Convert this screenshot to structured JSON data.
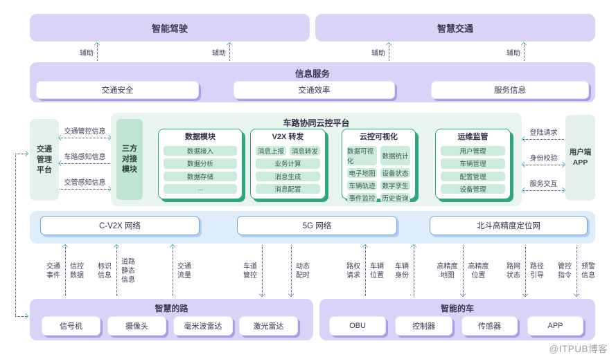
{
  "top_row": {
    "driving": "智能驾驶",
    "traffic": "智慧交通",
    "aux": "辅助"
  },
  "info": {
    "title": "信息服务",
    "items": [
      "交通安全",
      "交通效率",
      "服务信息"
    ]
  },
  "mid": {
    "title": "车路协同云控平台",
    "left_platform": {
      "l1": "交通",
      "l2": "管理",
      "l3": "平台"
    },
    "left_links": [
      {
        "label": "交通管控信息",
        "dir": "both"
      },
      {
        "label": "车路感知信息",
        "dir": "left"
      },
      {
        "label": "交管感知信息",
        "dir": "right"
      }
    ],
    "adapter": {
      "l1": "三方",
      "l2": "对接",
      "l3": "模块"
    },
    "cards": [
      {
        "title": "数据模块",
        "rows": [
          [
            "数据接入"
          ],
          [
            "数据分析"
          ],
          [
            "数据存储"
          ],
          [
            "..."
          ]
        ]
      },
      {
        "title": "V2X 转发",
        "rows": [
          [
            "消息上报",
            "消息转发"
          ],
          [
            "业务计算"
          ],
          [
            "消息生成"
          ],
          [
            "消息配置"
          ]
        ]
      },
      {
        "title": "云控可视化",
        "rows": [
          [
            "数据可视化",
            "数据统计"
          ],
          [
            "电子地图",
            "设备状态"
          ],
          [
            "车辆轨迹",
            "数字孪生"
          ],
          [
            "事件监控",
            "历史查询"
          ]
        ]
      },
      {
        "title": "运维监管",
        "rows": [
          [
            "用户管理"
          ],
          [
            "车辆管理"
          ],
          [
            "配置管理"
          ],
          [
            "设备管理"
          ]
        ]
      }
    ],
    "right_links": [
      {
        "label": "登陆请求",
        "dir": "left"
      },
      {
        "label": "身份校验",
        "dir": "both"
      },
      {
        "label": "服务交互",
        "dir": "both"
      }
    ],
    "user_app": {
      "l1": "用户端",
      "l2": "APP"
    }
  },
  "network": {
    "items": [
      "C-V2X 网络",
      "5G 网络",
      "北斗高精度定位网"
    ]
  },
  "flows": [
    {
      "left": "交通事件",
      "right": "信控数据",
      "dir": "up"
    },
    {
      "left": "标识信息",
      "right": "道路静态信息",
      "dir": "up"
    },
    {
      "left": "",
      "right": "交通流量",
      "dir": "up"
    },
    {
      "left": "车道管控",
      "right": "",
      "dir": "down"
    },
    {
      "left": "",
      "right": "动态配时",
      "dir": "down"
    },
    {
      "left": "路权请求",
      "right": "车辆位置",
      "dir": "up"
    },
    {
      "left": "车辆身份",
      "right": "",
      "dir": "up"
    },
    {
      "left": "高精度地图",
      "right": "高精度位置",
      "dir": "down"
    },
    {
      "left": "路网状态",
      "right": "路径引导",
      "dir": "down"
    },
    {
      "left": "管控指令",
      "right": "预警信息",
      "dir": "down"
    }
  ],
  "road": {
    "title": "智慧的路",
    "devices": [
      "信号机",
      "摄像头",
      "毫米波雷达",
      "激光雷达"
    ]
  },
  "vehicle": {
    "title": "智能的车",
    "devices": [
      "OBU",
      "控制器",
      "传感器",
      "APP"
    ]
  },
  "watermark": "@ITPUB博客",
  "colors": {
    "purple_band": "#dbd3f7",
    "purple_shadow": "#aa9de7",
    "green_platform": "#e9f4ef",
    "green_side": "#e3f1ea",
    "green_module": "#bfe4d3",
    "green_accent": "#2fa67e",
    "green_pill": "#cdebdc",
    "blue_band": "#ddeefa",
    "blue_border": "#7aa5da",
    "blue_shadow": "#b0cff2",
    "teal_arrow": "#5fb9d0",
    "violet_arrow": "#8d85d2",
    "text_dark": "#393852",
    "watermark_gray": "#9da1a7"
  }
}
